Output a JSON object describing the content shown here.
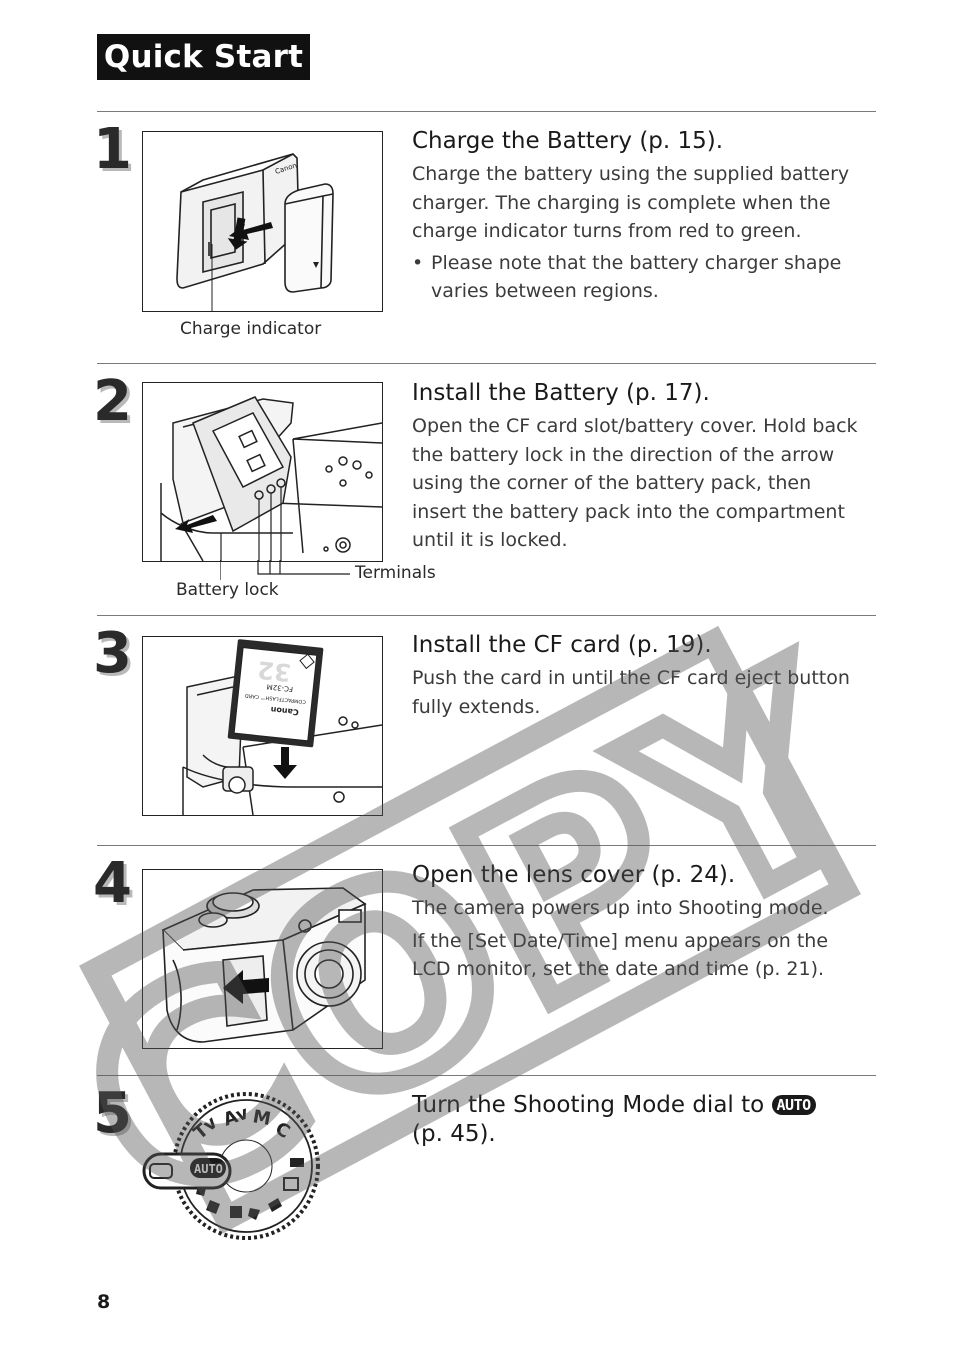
{
  "header": {
    "title": "Quick Start"
  },
  "steps": [
    {
      "number": "1",
      "title": "Charge the Battery (p. 15).",
      "paragraphs": [
        "Charge the battery using the supplied battery charger. The charging is complete when the charge indicator turns from red to green."
      ],
      "bullet_mark": "•",
      "bullet": "Please note that the battery charger shape varies between regions.",
      "labels": {
        "charge_indicator": "Charge indicator"
      },
      "brand": "Canon"
    },
    {
      "number": "2",
      "title": "Install the Battery (p. 17).",
      "paragraphs": [
        "Open the CF card slot/battery cover. Hold back the battery lock in the direction of the arrow using the corner of the battery pack, then insert the battery pack into the compartment until it is locked."
      ],
      "labels": {
        "terminals": "Terminals",
        "battery_lock": "Battery lock"
      }
    },
    {
      "number": "3",
      "title": "Install the CF card (p. 19).",
      "paragraphs": [
        "Push the card in until the CF card eject button fully extends."
      ],
      "card_text": {
        "brand": "Canon",
        "type": "COMPACTFLASH™ CARD",
        "model": "FC-32M",
        "capacity": "32"
      }
    },
    {
      "number": "4",
      "title": "Open the lens cover (p. 24).",
      "paragraphs": [
        "The camera powers up into Shooting mode.",
        "If the [Set Date/Time] menu appears on the LCD monitor, set the date and time (p. 21)."
      ]
    },
    {
      "number": "5",
      "title_before": "Turn the Shooting Mode dial to",
      "title_icon": "AUTO",
      "title_after": "(p. 45).",
      "dial_letters": [
        "Tv",
        "Av",
        "M",
        "C"
      ]
    }
  ],
  "watermark": "COPY",
  "page_number": "8"
}
